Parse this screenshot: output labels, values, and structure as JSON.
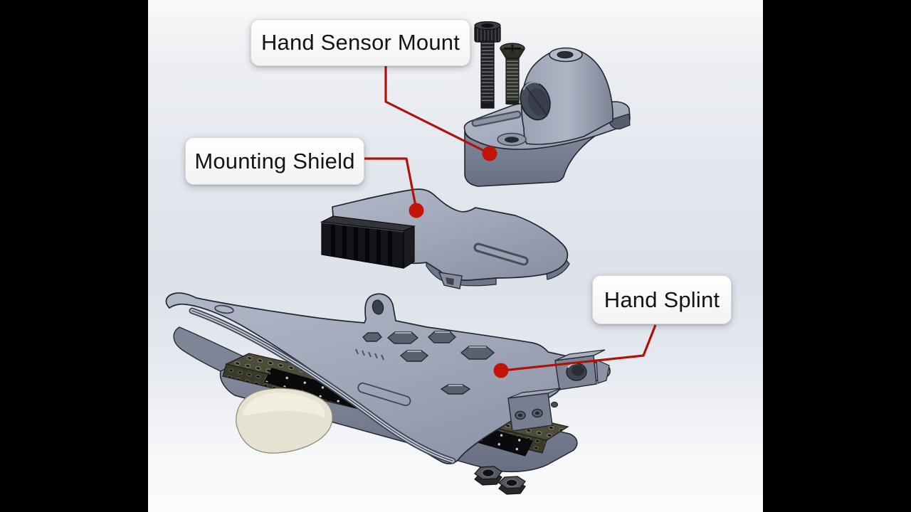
{
  "diagram": {
    "type": "exploded-view-cad-diagram",
    "labels": [
      {
        "id": "hand-sensor-mount",
        "text": "Hand Sensor Mount"
      },
      {
        "id": "mounting-shield",
        "text": "Mounting Shield"
      },
      {
        "id": "hand-splint",
        "text": "Hand Splint"
      }
    ]
  },
  "colors": {
    "callout_red": "#c21508",
    "callout_line_red": "#b01207",
    "letterbox_black": "#000000",
    "part_gray_light": "#b0b6c6",
    "part_gray_mid": "#848c9e",
    "part_gray_dark": "#5f6678",
    "connector_black": "#101013",
    "perfboard_olive": "#4a4a38",
    "pad_cream": "#e6e2d1",
    "screw_dark": "#1d1f22"
  }
}
